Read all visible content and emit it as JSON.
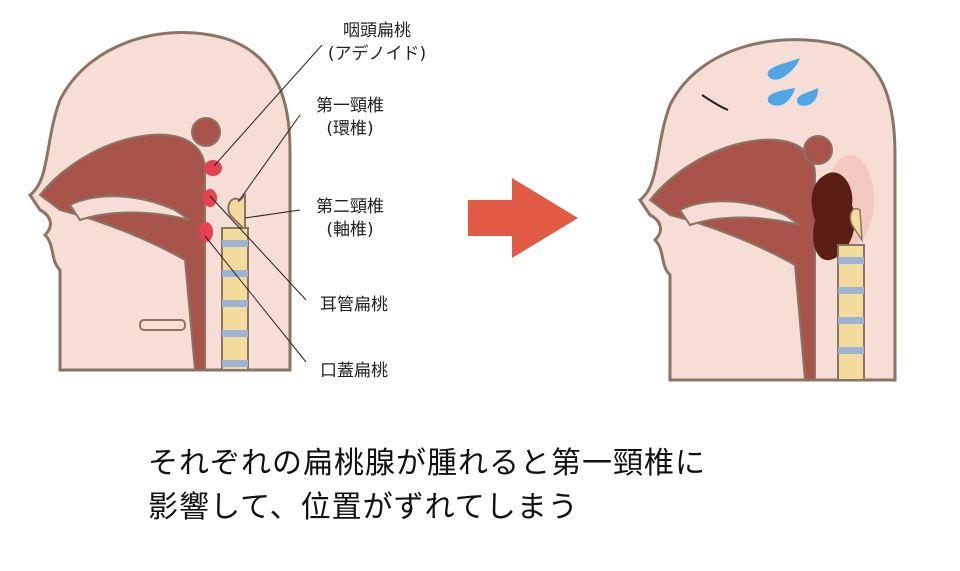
{
  "labels": {
    "adenoid": "咽頭扁桃",
    "adenoid_sub": "(アデノイド)",
    "atlas": "第一頸椎",
    "atlas_sub": "(環椎)",
    "axis": "第二頸椎",
    "axis_sub": "(軸椎)",
    "tubal_tonsil": "耳管扁桃",
    "palatine_tonsil": "口蓋扁桃"
  },
  "caption": {
    "line1": "それぞれの扁桃腺が腫れると第一頸椎に",
    "line2": "影響して、位置がずれてしまう"
  },
  "colors": {
    "skin": "#f6ddd5",
    "outline": "#8a7565",
    "tissue": "#a9544b",
    "tonsil": "#e8414f",
    "vertebra": "#f3dc9b",
    "disc": "#9db3d5",
    "arrow": "#e05a44",
    "swelling": "#5a1e14"
  }
}
